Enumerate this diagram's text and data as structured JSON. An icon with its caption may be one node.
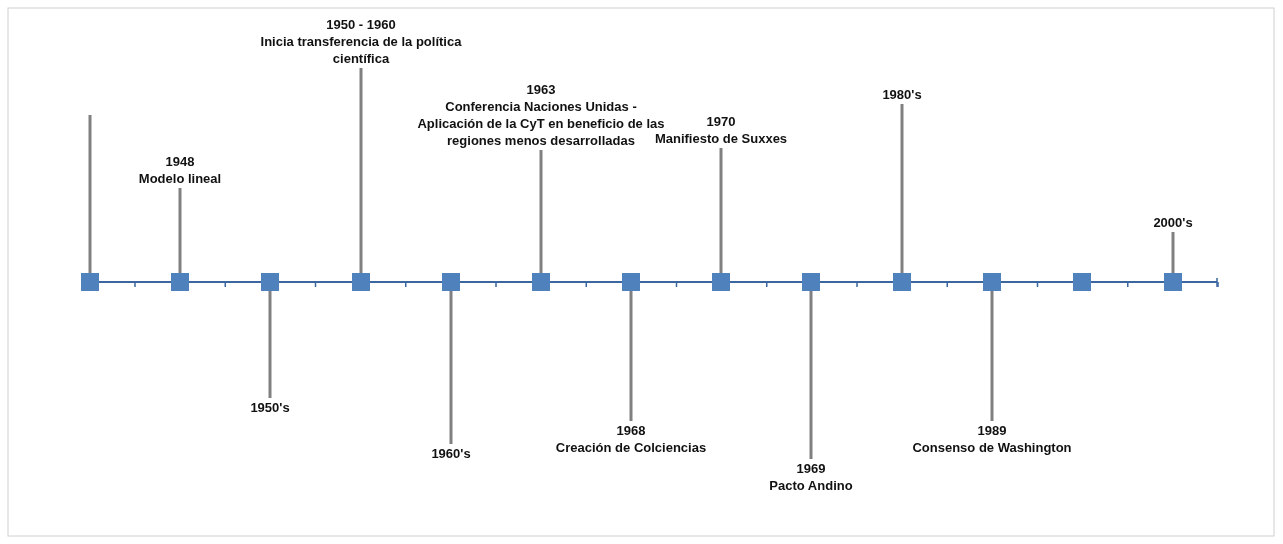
{
  "diagram": {
    "nodes": [
      {
        "text": [],
        "shape": "box"
      },
      {
        "text": [],
        "shape": "box"
      },
      {
        "text": [],
        "shape": "box"
      },
      {
        "text": [],
        "shape": "box"
      },
      {
        "text": [],
        "shape": "box"
      },
      {
        "text": [],
        "shape": "box"
      },
      {
        "text": [],
        "shape": "box"
      },
      {
        "text": [],
        "shape": "box"
      },
      {
        "text": [],
        "shape": "box"
      },
      {
        "text": [],
        "shape": "box"
      },
      {
        "text": [],
        "shape": "box"
      },
      {
        "text": [],
        "shape": "box"
      },
      {
        "text": [],
        "shape": "box"
      },
      {
        "text": [
          "1948",
          "Modelo lineal"
        ]
      },
      {
        "text": [
          "1950's"
        ]
      },
      {
        "text": [
          "1950 - 1960",
          "Inicia transferencia de la política científica"
        ]
      },
      {
        "text": [
          "1960's"
        ]
      },
      {
        "text": [
          "1963",
          "Conferencia Naciones Unidas - Aplicación de la CyT en beneficio de las regiones menos desarrolladas"
        ]
      },
      {
        "text": [
          "1968",
          "Creación de Colciencias"
        ]
      },
      {
        "text": [
          "1970",
          "Manifiesto de Suxxes"
        ]
      },
      {
        "text": [
          "1969",
          "Pacto Andino"
        ]
      },
      {
        "text": [
          "1980's"
        ]
      },
      {
        "text": [
          "1989",
          "Consenso de Washington"
        ]
      },
      {
        "text": [
          "2000's"
        ]
      }
    ],
    "edges": [
      {
        "from": 0,
        "to": null,
        "arrow": "none"
      },
      {
        "from": 13,
        "to": 1,
        "arrow": "none"
      },
      {
        "from": 14,
        "to": 2,
        "arrow": "none"
      },
      {
        "from": 15,
        "to": 3,
        "arrow": "none"
      },
      {
        "from": 16,
        "to": 4,
        "arrow": "none"
      },
      {
        "from": 17,
        "to": 5,
        "arrow": "none"
      },
      {
        "from": 18,
        "to": 6,
        "arrow": "none"
      },
      {
        "from": 19,
        "to": 7,
        "arrow": "none"
      },
      {
        "from": 20,
        "to": 8,
        "arrow": "none"
      },
      {
        "from": 21,
        "to": 9,
        "arrow": "none"
      },
      {
        "from": 22,
        "to": 10,
        "arrow": "none"
      },
      {
        "from": 23,
        "to": 12,
        "arrow": "none"
      }
    ]
  }
}
